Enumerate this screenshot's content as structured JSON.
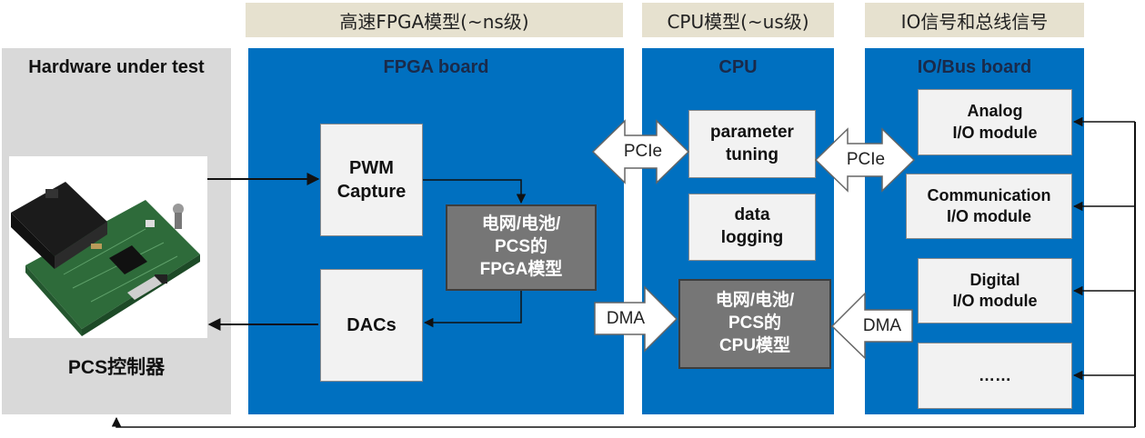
{
  "tags": {
    "fpga_speed": "高速FPGA模型(~ns级)",
    "cpu_speed": "CPU模型(~us级)",
    "io_signals": "IO信号和总线信号"
  },
  "panels": {
    "hardware": {
      "title": "Hardware under test",
      "caption": "PCS控制器"
    },
    "fpga": {
      "title": "FPGA board"
    },
    "cpu": {
      "title": "CPU"
    },
    "io": {
      "title": "IO/Bus board"
    }
  },
  "boxes": {
    "pwm_capture": "PWM\nCapture",
    "dacs": "DACs",
    "fpga_model": "电网/电池/\nPCS的\nFPGA模型",
    "parameter_tuning": "parameter\ntuning",
    "data_logging": "data\nlogging",
    "cpu_model": "电网/电池/\nPCS的\nCPU模型",
    "analog_io": "Analog\nI/O module",
    "comm_io": "Communication\nI/O module",
    "digital_io": "Digital\nI/O module",
    "more": "……"
  },
  "links": {
    "pcie_left": "PCIe",
    "pcie_right": "PCIe",
    "dma_left": "DMA",
    "dma_right": "DMA"
  },
  "colors": {
    "panel_blue": "#0070c0",
    "panel_gray": "#d9d9d9",
    "tag_beige": "#e6e1cf",
    "model_box": "#767676"
  }
}
